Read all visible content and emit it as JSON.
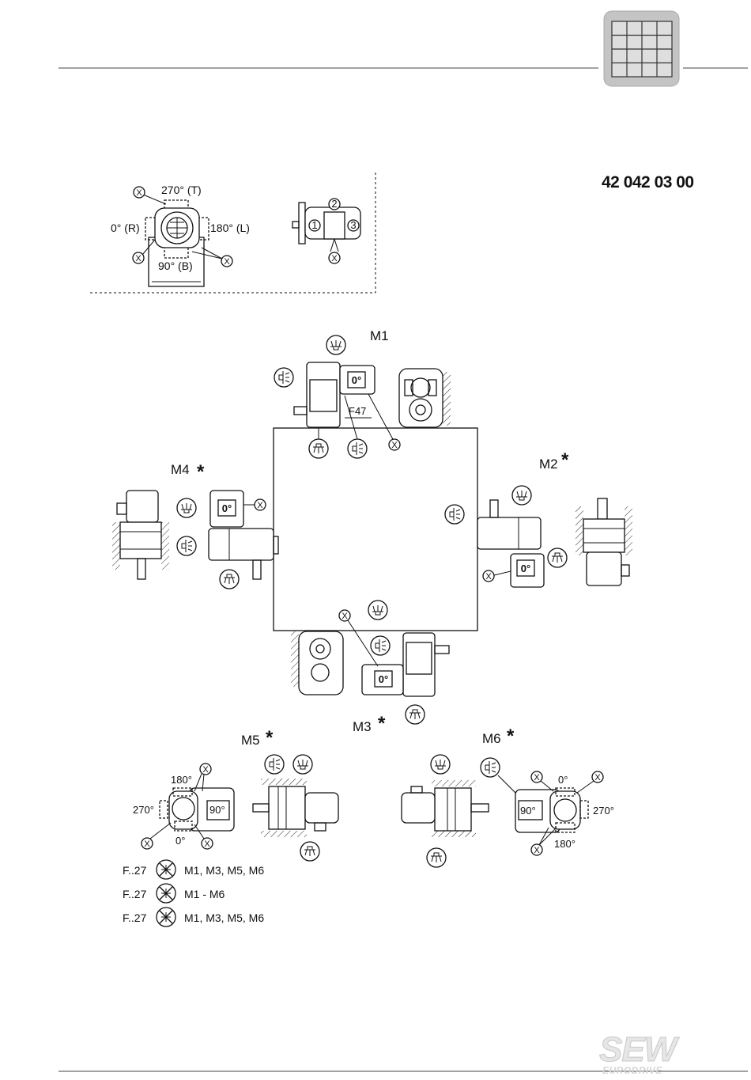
{
  "document_number": "42 042 03 00",
  "terminal_box_key": {
    "pos_270": "270° (T)",
    "pos_0": "0° (R)",
    "pos_180": "180° (L)",
    "pos_90": "90° (B)",
    "marker": "X",
    "cable_entry_1": "1",
    "cable_entry_2": "2",
    "cable_entry_3": "3"
  },
  "mounting_positions": {
    "m1": "M1",
    "m2": "M2",
    "m3": "M3",
    "m4": "M4",
    "m5": "M5",
    "m6": "M6",
    "star": "*",
    "model": "F47",
    "box_angle": "0°"
  },
  "m5_labels": {
    "top": "180°",
    "left": "270°",
    "right": "90°",
    "bottom": "0°"
  },
  "m6_labels": {
    "top": "0°",
    "left": "90°",
    "right": "270°",
    "bottom": "180°"
  },
  "legend": [
    {
      "model": "F..27",
      "positions": "M1, M3, M5, M6"
    },
    {
      "model": "F..27",
      "positions": "M1 - M6"
    },
    {
      "model": "F..27",
      "positions": "M1, M3, M5, M6"
    }
  ],
  "logo": {
    "main": "SEW",
    "sub": "EURODRIVE"
  }
}
